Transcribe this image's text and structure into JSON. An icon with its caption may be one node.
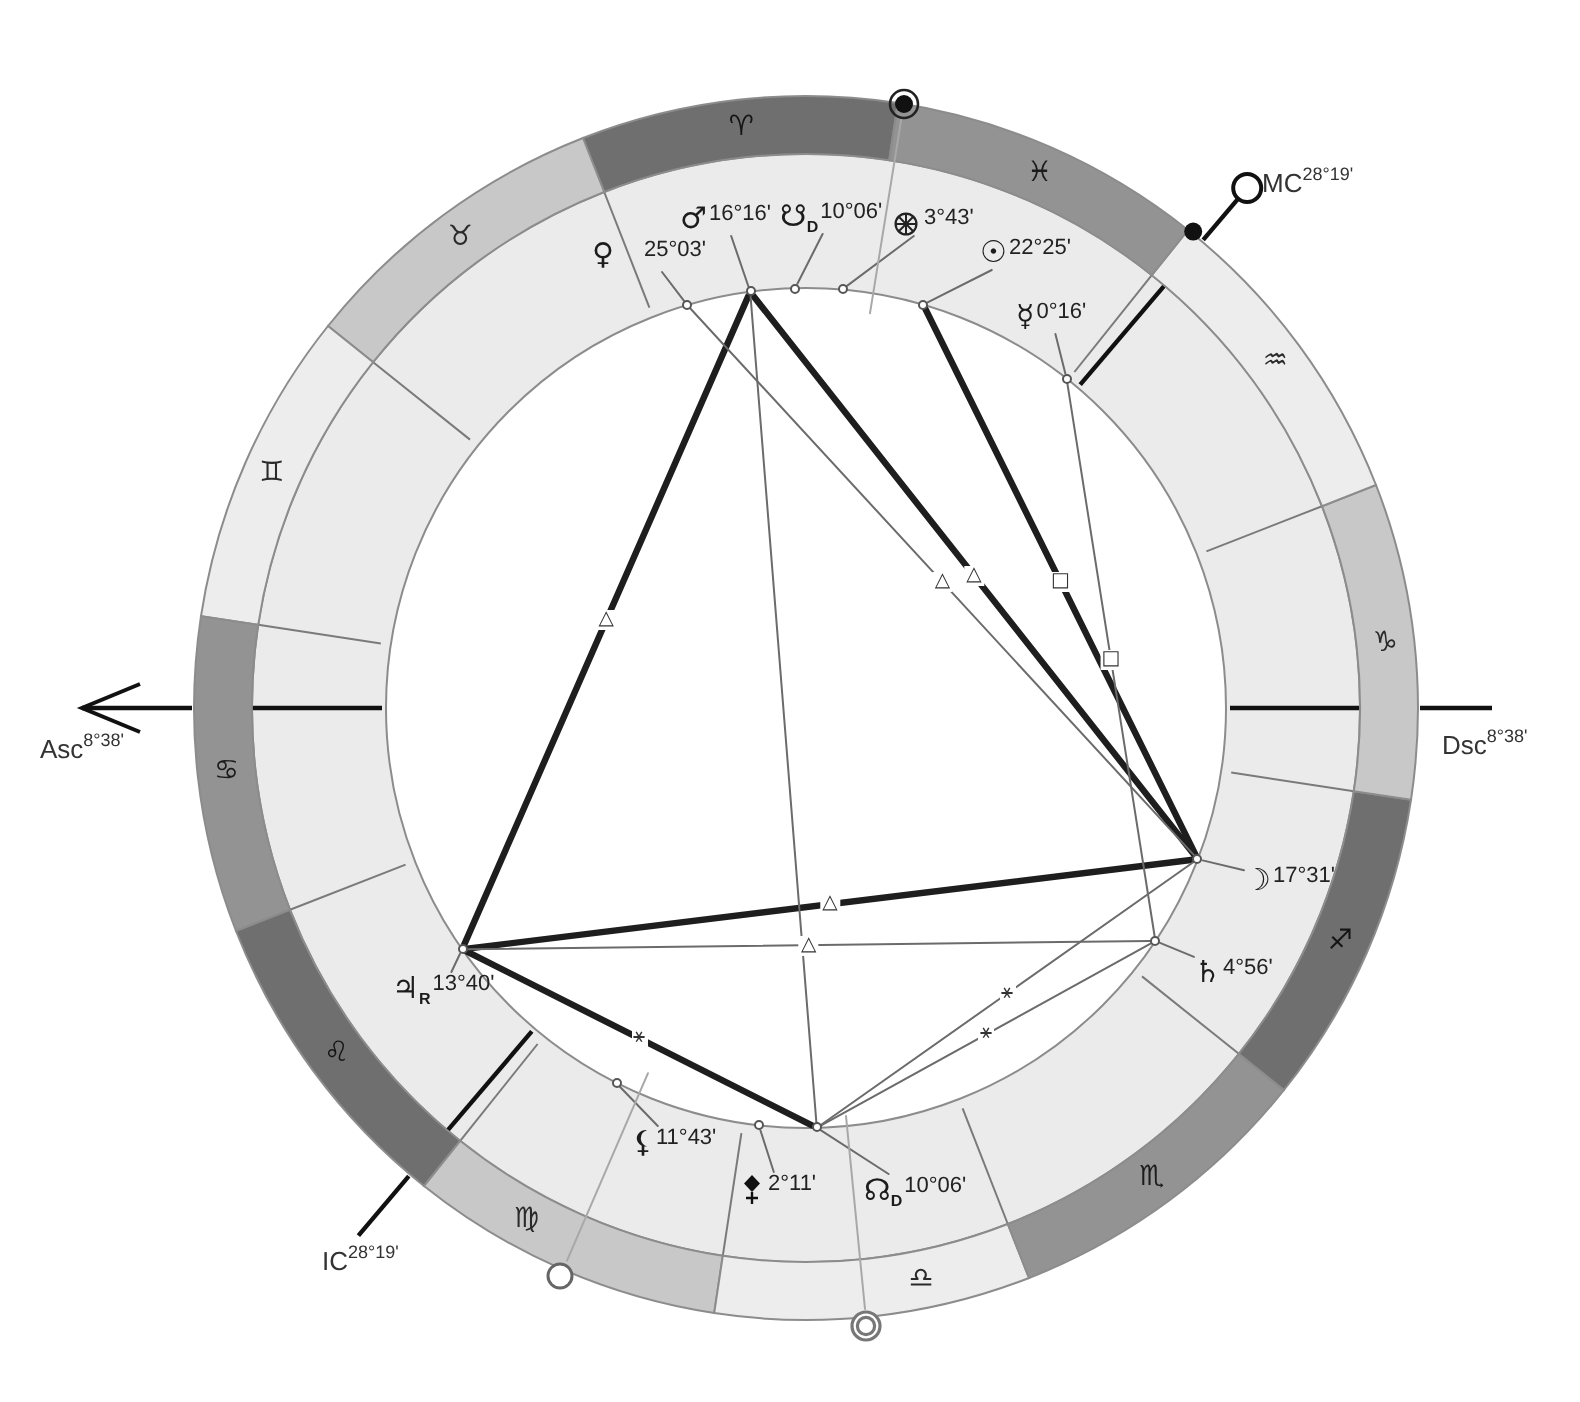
{
  "diagram": {
    "nodes": [
      {
        "text": [
          "♈"
        ]
      },
      {
        "text": [
          "♉"
        ]
      },
      {
        "text": [
          "♊"
        ]
      },
      {
        "text": [
          "♋"
        ]
      },
      {
        "text": [
          "♌"
        ]
      },
      {
        "text": [
          "♍"
        ]
      },
      {
        "text": [
          "♎"
        ]
      },
      {
        "text": [
          "♏"
        ]
      },
      {
        "text": [
          "♐"
        ]
      },
      {
        "text": [
          "♑"
        ]
      },
      {
        "text": [
          "♒"
        ]
      },
      {
        "text": [
          "♓"
        ]
      },
      {
        "text": [
          "♀",
          "25°03'"
        ]
      },
      {
        "text": [
          "♂",
          "16°16'"
        ]
      },
      {
        "text": [
          "☋$_{D}$",
          "10°06'"
        ]
      },
      {
        "text": [
          "3°43'"
        ]
      },
      {
        "text": [
          "☉",
          "22°25'"
        ]
      },
      {
        "text": [
          "☿",
          "0°16'"
        ]
      },
      {
        "text": [
          "☽",
          "17°31'"
        ]
      },
      {
        "text": [
          "♄",
          "4°56'"
        ]
      },
      {
        "text": [
          "♃$_{R}$",
          "13°40'"
        ]
      },
      {
        "text": [
          "⚸",
          "11°43'"
        ]
      },
      {
        "text": [
          "2°11'"
        ]
      },
      {
        "text": [
          "☊$_{D}$",
          "10°06'"
        ]
      },
      {
        "text": [],
        "shape": "circle"
      },
      {
        "text": [],
        "shape": "circle"
      },
      {
        "text": [],
        "shape": "circle"
      },
      {
        "text": [],
        "shape": "circle"
      },
      {
        "text": [],
        "shape": "circle"
      },
      {
        "text": [],
        "shape": "circle"
      },
      {
        "text": [],
        "shape": "circle"
      },
      {
        "text": [],
        "shape": "circle"
      },
      {
        "text": [],
        "shape": "circle"
      },
      {
        "text": [],
        "shape": "circle"
      },
      {
        "text": [],
        "shape": "circle"
      },
      {
        "text": [],
        "shape": "circle"
      },
      {
        "text": [],
        "shape": "circle"
      },
      {
        "text": [],
        "shape": "circle"
      },
      {
        "text": [],
        "shape": "circle"
      }
    ],
    "edges": [
      {
        "from": 12,
        "to": 24,
        "arrow": "none"
      },
      {
        "from": 13,
        "to": 25,
        "arrow": "none"
      },
      {
        "from": 14,
        "to": 26,
        "arrow": "none"
      },
      {
        "from": 15,
        "to": 27,
        "arrow": "none"
      },
      {
        "from": 16,
        "to": 28,
        "arrow": "none"
      },
      {
        "from": 17,
        "to": 29,
        "arrow": "none"
      },
      {
        "from": 18,
        "to": 30,
        "arrow": "none"
      },
      {
        "from": 19,
        "to": 31,
        "arrow": "none"
      },
      {
        "from": 20,
        "to": 32,
        "arrow": "none"
      },
      {
        "from": 21,
        "to": 33,
        "arrow": "none"
      },
      {
        "from": 22,
        "to": 34,
        "arrow": "none"
      },
      {
        "from": 23,
        "to": 35,
        "arrow": "none"
      },
      {
        "from": 25,
        "to": 32,
        "arrow": "none",
        "label": "△",
        "style": "thick",
        "color": "#1e1e1e"
      },
      {
        "from": 25,
        "to": 30,
        "arrow": "none",
        "label": "△",
        "style": "thick",
        "color": "#1e1e1e"
      },
      {
        "from": 28,
        "to": 30,
        "arrow": "none",
        "label": "□",
        "style": "thick",
        "color": "#1e1e1e"
      },
      {
        "from": 32,
        "to": 30,
        "arrow": "none",
        "label": "△",
        "style": "thick",
        "color": "#1e1e1e"
      },
      {
        "from": 32,
        "to": 35,
        "arrow": "none",
        "label": "⚹",
        "style": "thick",
        "color": "#1e1e1e"
      },
      {
        "from": 24,
        "to": 30,
        "arrow": "none",
        "label": "△"
      },
      {
        "from": 25,
        "to": 35,
        "arrow": "none"
      },
      {
        "from": 29,
        "to": 31,
        "arrow": "none",
        "label": "□"
      },
      {
        "from": 32,
        "to": 31,
        "arrow": "none",
        "label": "△"
      },
      {
        "from": 30,
        "to": 35,
        "arrow": "none",
        "label": "⚹"
      },
      {
        "from": 31,
        "to": 35,
        "arrow": "none",
        "label": "⚹"
      },
      {
        "from": 36,
        "to": null,
        "arrow": "none",
        "color": "#a8a8a8"
      },
      {
        "from": 37,
        "to": null,
        "arrow": "none",
        "color": "#a8a8a8"
      },
      {
        "from": 38,
        "to": null,
        "arrow": "none",
        "color": "#a8a8a8"
      }
    ],
    "labels": [
      "MC$^{28°19'}$",
      "Asc$^{8°38'}$",
      "Dsc$^{8°38'}$",
      "IC$^{28°19'}$"
    ]
  }
}
